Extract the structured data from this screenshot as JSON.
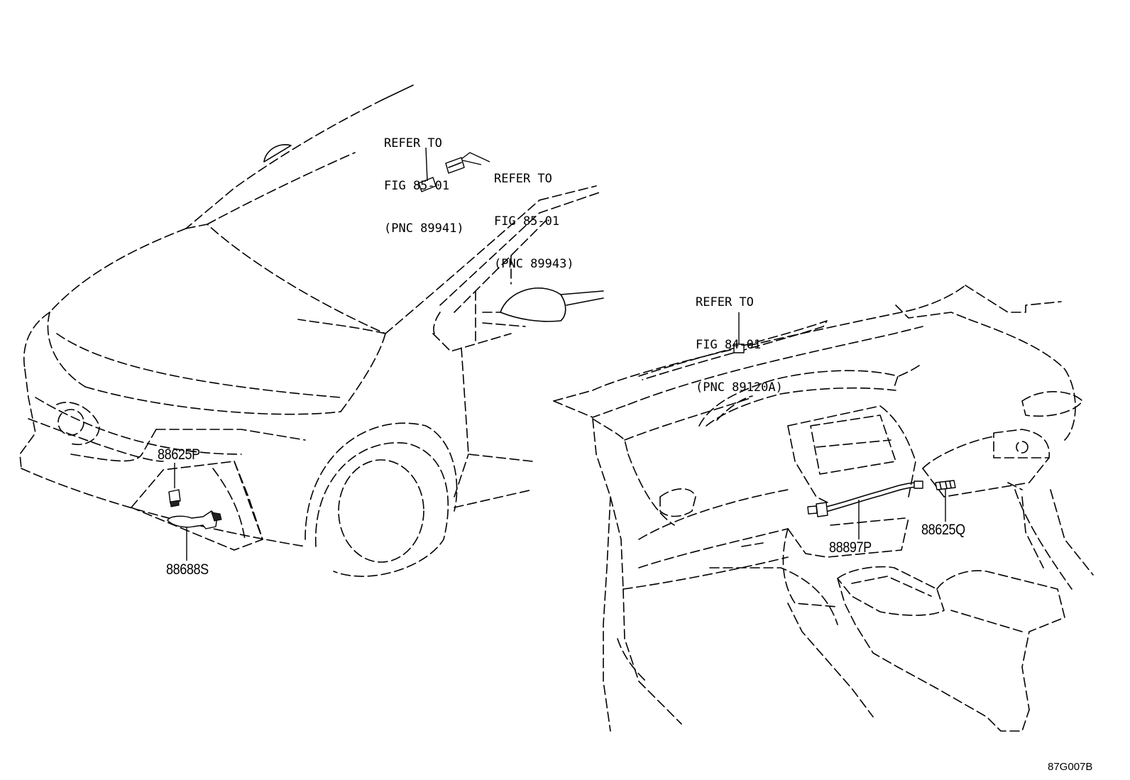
{
  "references": [
    {
      "line1": "REFER TO",
      "line2": "FIG 85-01",
      "line3": "(PNC 89941)"
    },
    {
      "line1": "REFER TO",
      "line2": "FIG 85-01",
      "line3": "(PNC 89943)"
    },
    {
      "line1": "REFER TO",
      "line2": "FIG 84-01",
      "line3": "(PNC 89120A)"
    }
  ],
  "parts": [
    {
      "number": "88625P"
    },
    {
      "number": "88688S"
    },
    {
      "number": "88897P"
    },
    {
      "number": "88625Q"
    }
  ],
  "figure_id": "87G007B"
}
